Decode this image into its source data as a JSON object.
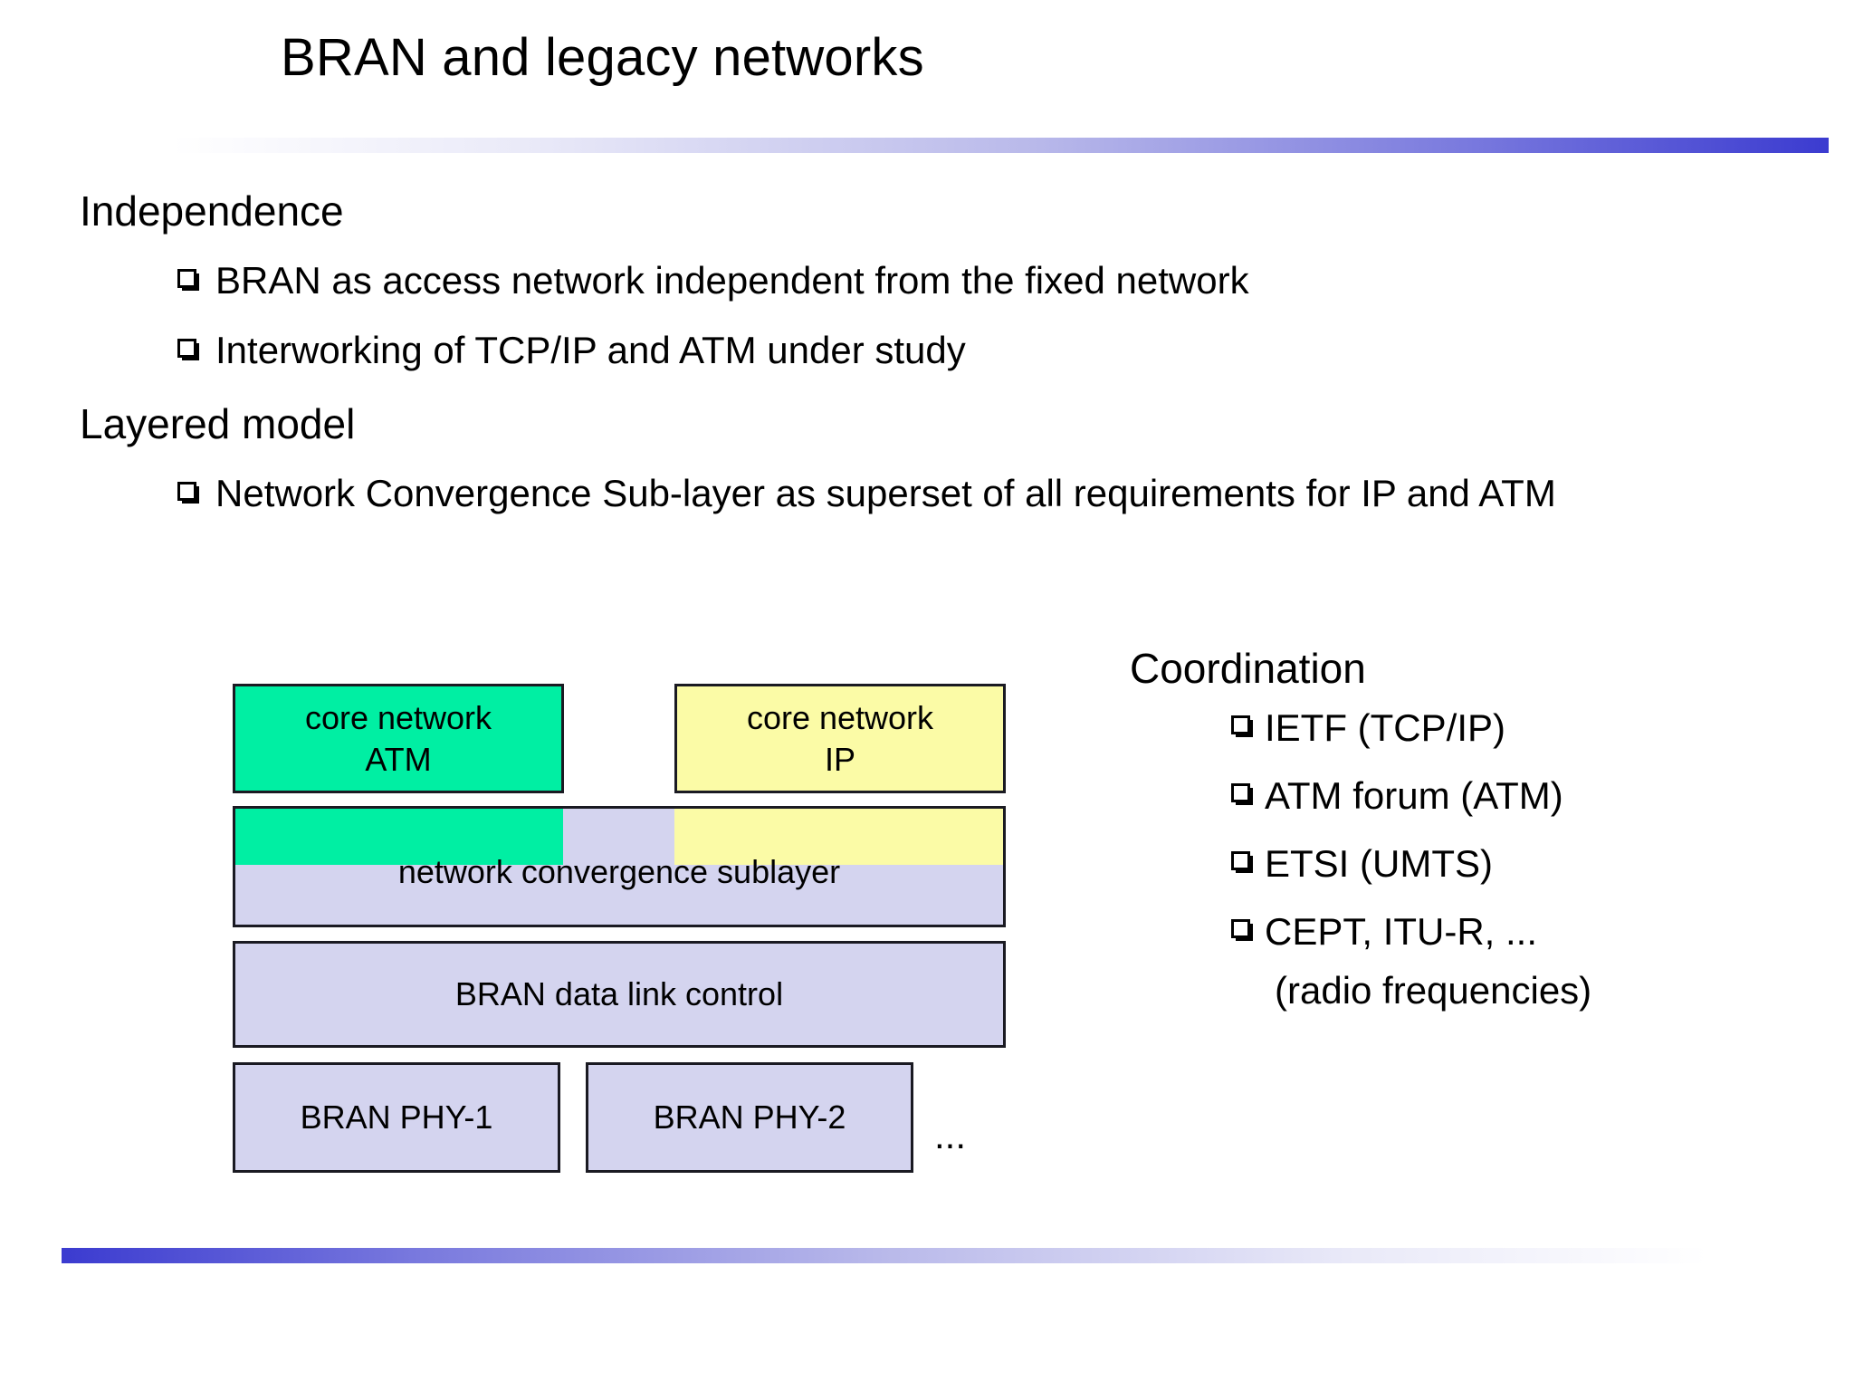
{
  "slide": {
    "title": "BRAN and legacy networks",
    "accent_color": "#3b3bd0"
  },
  "content": {
    "sections": [
      {
        "heading": "Independence",
        "bullets": [
          "BRAN as access network independent from the fixed network",
          "Interworking of TCP/IP and ATM under study"
        ]
      },
      {
        "heading": "Layered model",
        "bullets": [
          "Network Convergence Sub-layer as superset of all requirements for IP and ATM"
        ]
      }
    ]
  },
  "coordination": {
    "heading": "Coordination",
    "items": [
      "IETF (TCP/IP)",
      "ATM forum (ATM)",
      "ETSI (UMTS)",
      "CEPT, ITU-R, ..."
    ],
    "subnote": "(radio frequencies)"
  },
  "diagram": {
    "core_atm_line1": "core network",
    "core_atm_line2": "ATM",
    "core_ip_line1": "core network",
    "core_ip_line2": "IP",
    "convergence_sublayer": "network convergence sublayer",
    "data_link_control": "BRAN data link control",
    "phy1": "BRAN PHY-1",
    "phy2": "BRAN PHY-2",
    "phy_more": "...",
    "colors": {
      "atm_green": "#00efa3",
      "ip_yellow": "#fbfba6",
      "bran_lavender": "#d4d4ef",
      "border": "#1a1a22"
    }
  }
}
